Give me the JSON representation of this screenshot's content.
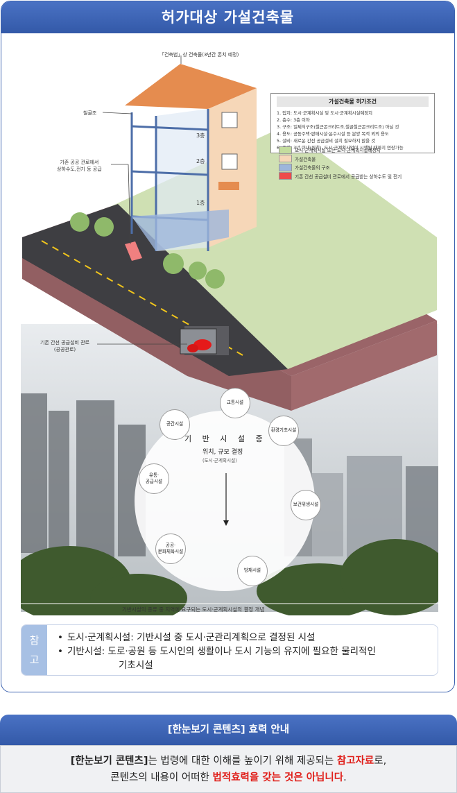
{
  "title": "허가대상 가설건축물",
  "figure": {
    "label_law": "「건축법」상 건축물(3년간 존치 예정)",
    "label_steel": "철골조",
    "label_supply": "기존 공공 관로에서\n상하수도,전기 등 공급",
    "label_pipe": "기존 간선 공급설비 관로\n(공공관로)",
    "floors": [
      "3층",
      "2층",
      "1층"
    ],
    "conditions_title": "가설건축물 허가조건",
    "conditions": [
      "1. 입지: 도시·군계획시설 및 도시·군계획시설예정지",
      "2. 층수: 3층 이하",
      "3. 구조: 일체식구조(철근콘크리트조,철골철근콘크리트조) 아닐 것",
      "4. 용도: 공동주택·판매시설·운수시설 등 분양 목적 외의 용도",
      "5. 설비: 새로운 간선 공급설비 설치 필요하지 않을 것",
      "6. 존치: 3년 이내(원칙), 도시·군계획사업이 시행될 때까지 연장가능"
    ],
    "legend": [
      {
        "label": "도시·군계획시설 또는 도시·군계획시설예정지",
        "color": "#c4dd9e"
      },
      {
        "label": "가설건축물",
        "color": "#f6d7b8"
      },
      {
        "label": "가설건축물의 구조",
        "color": "#9db6dc"
      },
      {
        "label": "기존 간선 공급설비 관로에서 공급받는 상하수도 및 전기",
        "color": "#ee4b4b"
      }
    ],
    "center_title": "기 반 시 설 종 류",
    "center_sub": "위치, 규모 결정",
    "center_sub2": "(도시·군계획시설)",
    "facilities": [
      "교통시설",
      "공간시설",
      "환경기초시설",
      "유통·\n공급시설",
      "보건위생시설",
      "공공·\n문화체육시설",
      "방재시설"
    ],
    "caption": "기반시설의 종류 중 지역에 요구되는 도시·군계획시설의 결정 개념"
  },
  "note": {
    "tag": [
      "참",
      "고"
    ],
    "items": [
      "도시·군계획시설: 기반시설 중 도시·군관리계획으로 결정된 시설",
      "기반시설: 도로·공원 등 도시인의 생활이나 도시 기능의 유지에 필요한 물리적인",
      "기초시설"
    ]
  },
  "bottom": {
    "header": "[한눈보기 콘텐츠] 효력 안내",
    "line1_a": "[한눈보기 콘텐츠]",
    "line1_b": "는 법령에 대한 이해를 높이기 위해 제공되는 ",
    "line1_c": "참고자료",
    "line1_d": "로,",
    "line2_a": "콘텐츠의 내용이 어떠한 ",
    "line2_b": "법적효력을 갖는 것은 아닙니다",
    "line2_c": "."
  }
}
